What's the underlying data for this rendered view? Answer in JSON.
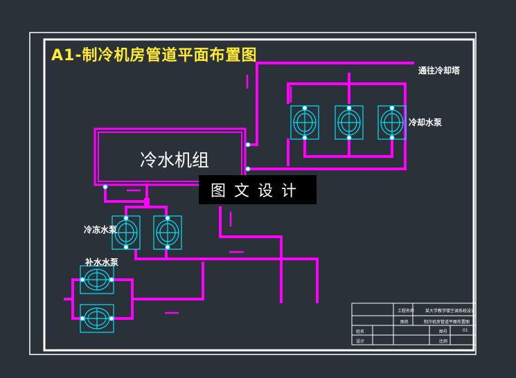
{
  "drawing": {
    "title": "A1-制冷机房管道平面布置图",
    "chiller_label": "冷水机组",
    "to_cooling_tower_label": "通往冷却塔",
    "cooling_pump_label": "冷却水泵",
    "chilled_pump_label": "冷冻水泵",
    "makeup_pump_label": "补水水泵",
    "watermark": "图文设计"
  },
  "title_block": {
    "project_label": "工程名称",
    "project_name": "某大学教学楼空调系统设计",
    "drawing_label": "图名",
    "drawing_name": "制冷机房管道平面布置图",
    "name_label": "姓名",
    "sheet_label": "图号",
    "sheet_no": "01",
    "designer_label": "设计",
    "scale_label": "比例"
  },
  "colors": {
    "background": "#2b3138",
    "frame": "#ffffff",
    "pipe": "#ff00ff",
    "equipment": "#00e5ff",
    "title": "#ffeb33",
    "text": "#ffffff"
  }
}
